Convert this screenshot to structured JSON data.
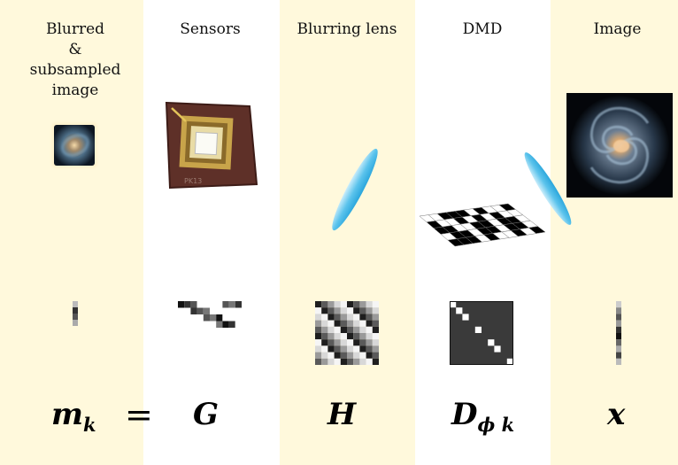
{
  "columns": [
    {
      "id": "blurred",
      "title_lines": [
        "Blurred",
        "&",
        "subsampled",
        "image"
      ],
      "symbol": "m",
      "subscript": "k"
    },
    {
      "id": "sensors",
      "title_lines": [
        "Sensors"
      ],
      "symbol": "G",
      "subscript": ""
    },
    {
      "id": "lens",
      "title_lines": [
        "Blurring lens"
      ],
      "symbol": "H",
      "subscript": ""
    },
    {
      "id": "dmd",
      "title_lines": [
        "DMD"
      ],
      "symbol": "D",
      "subscript": "ϕ k"
    },
    {
      "id": "image",
      "title_lines": [
        "Image"
      ],
      "symbol": "x",
      "subscript": ""
    }
  ],
  "equation": {
    "equals": "="
  },
  "sensor_chip_label": "PK13",
  "colors": {
    "highlight_band": "#fff9dc",
    "lens": "#5bc3ec",
    "dmd_matrix_bg": "#3a3a3a"
  }
}
